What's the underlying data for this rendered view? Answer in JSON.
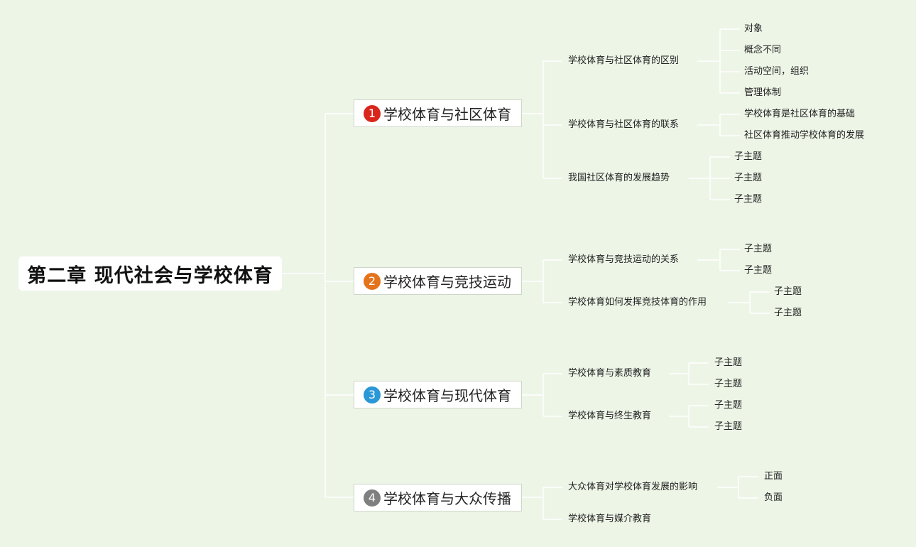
{
  "root": {
    "label": "第二章 现代社会与学校体育"
  },
  "branches": [
    {
      "num": "1",
      "color": "#d9261c",
      "label": "学校体育与社区体育",
      "subs": [
        {
          "label": "学校体育与社区体育的区别",
          "leaves": [
            "对象",
            "概念不同",
            "活动空间，组织",
            "管理体制"
          ]
        },
        {
          "label": "学校体育与社区体育的联系",
          "leaves": [
            "学校体育是社区体育的基础",
            "社区体育推动学校体育的发展"
          ]
        },
        {
          "label": "我国社区体育的发展趋势",
          "leaves": [
            "子主题",
            "子主题",
            "子主题"
          ]
        }
      ]
    },
    {
      "num": "2",
      "color": "#e4731c",
      "label": "学校体育与竞技运动",
      "subs": [
        {
          "label": "学校体育与竞技运动的关系",
          "leaves": [
            "子主题",
            "子主题"
          ]
        },
        {
          "label": "学校体育如何发挥竞技体育的作用",
          "leaves": [
            "子主题",
            "子主题"
          ]
        }
      ]
    },
    {
      "num": "3",
      "color": "#2a97d6",
      "label": "学校体育与现代体育",
      "subs": [
        {
          "label": "学校体育与素质教育",
          "leaves": [
            "子主题",
            "子主题"
          ]
        },
        {
          "label": "学校体育与终生教育",
          "leaves": [
            "子主题",
            "子主题"
          ]
        }
      ]
    },
    {
      "num": "4",
      "color": "#7f7f7f",
      "label": "学校体育与大众传播",
      "subs": [
        {
          "label": "大众体育对学校体育发展的影响",
          "leaves": [
            "正面",
            "负面"
          ]
        },
        {
          "label": "学校体育与媒介教育",
          "leaves": []
        }
      ]
    }
  ]
}
